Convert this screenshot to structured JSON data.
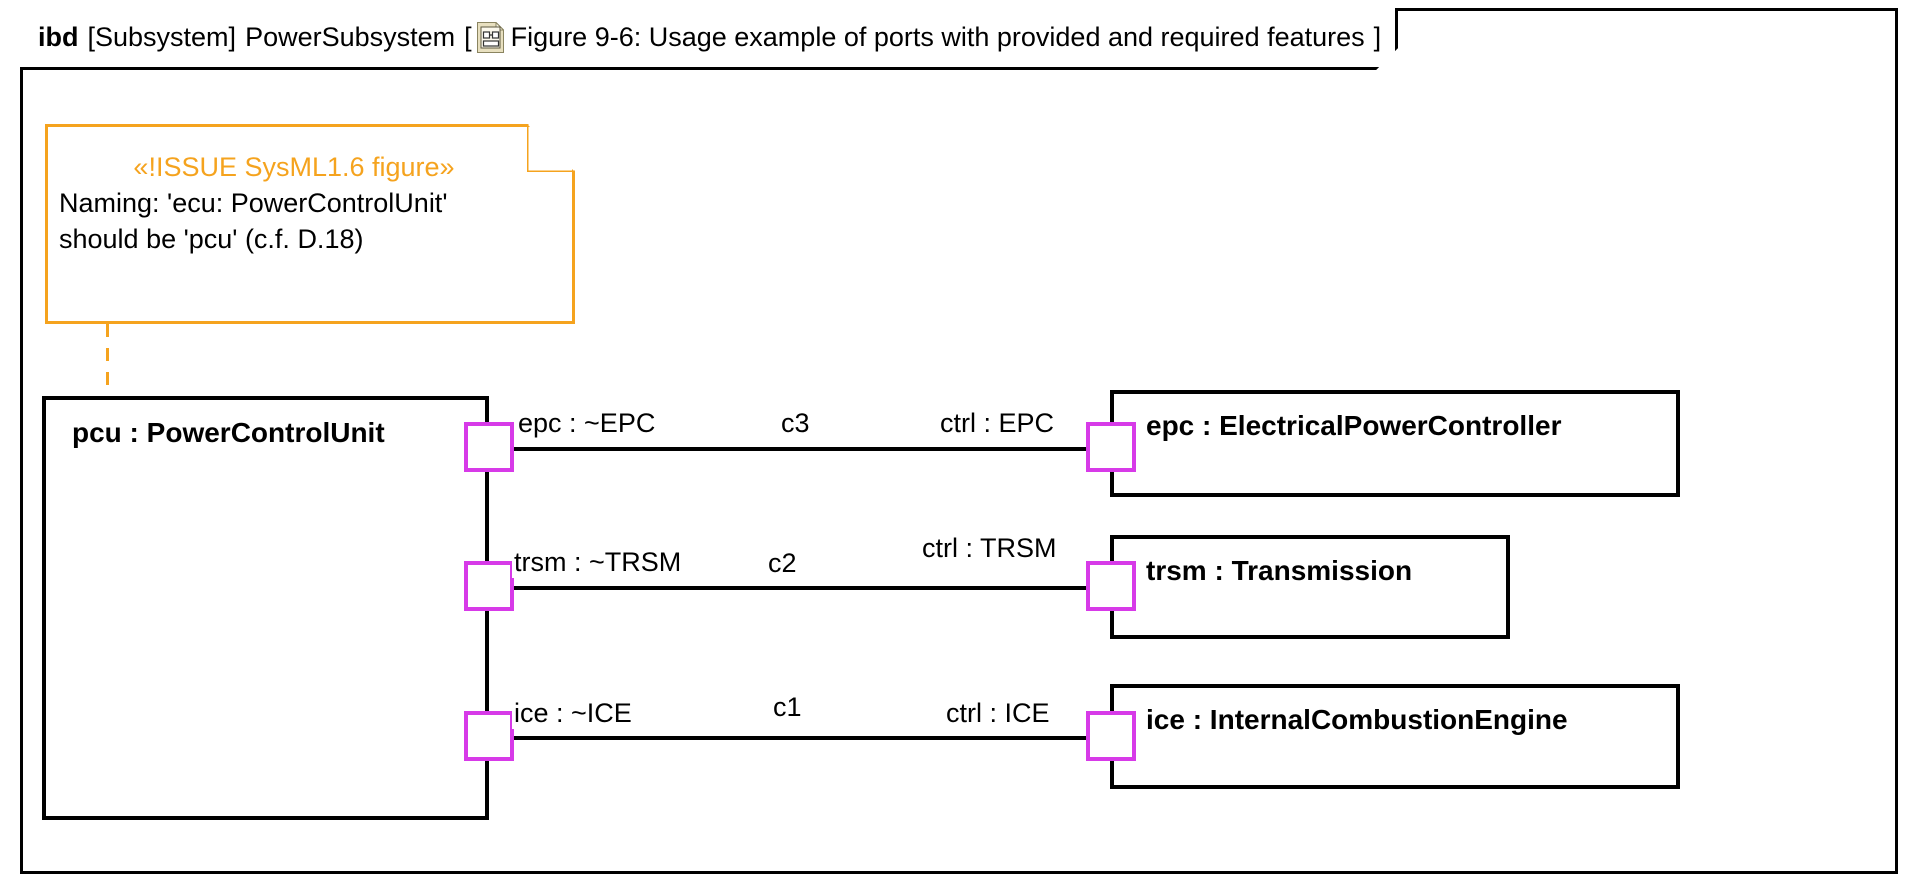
{
  "diagram": {
    "kind": "ibd",
    "frame_type": "[Subsystem]",
    "frame_name": "PowerSubsystem",
    "bracket_open": "[",
    "bracket_close": "]",
    "diagram_icon": "diagram-sysml-icon",
    "caption": "Figure 9-6: Usage example of ports with provided and required features"
  },
  "note": {
    "stereotype": "«!ISSUE SysML1.6 figure»",
    "line1": "Naming: 'ecu: PowerControlUnit'",
    "line2": "should be 'pcu' (c.f. D.18)",
    "border_color": "#F5A31E"
  },
  "blocks": {
    "pcu": {
      "title": "pcu : PowerControlUnit"
    },
    "epc": {
      "title": "epc : ElectricalPowerController"
    },
    "trsm": {
      "title": "trsm : Transmission"
    },
    "ice": {
      "title": "ice : InternalCombustionEngine"
    }
  },
  "ports": {
    "pcu_epc": "epc : ~EPC",
    "pcu_trsm": "trsm : ~TRSM",
    "pcu_ice": "ice : ~ICE",
    "epc_ctrl": "ctrl : EPC",
    "trsm_ctrl": "ctrl : TRSM",
    "ice_ctrl": "ctrl : ICE",
    "port_color": "#D73AE8"
  },
  "connectors": {
    "c3": "c3",
    "c2": "c2",
    "c1": "c1"
  }
}
